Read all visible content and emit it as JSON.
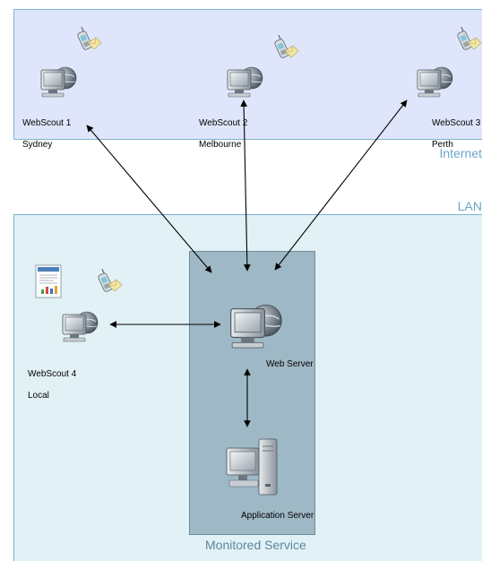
{
  "zones": {
    "internet": "Internet",
    "lan": "LAN",
    "monitored": "Monitored Service"
  },
  "nodes": {
    "scout1": {
      "line1": "WebScout 1",
      "line2": "Sydney"
    },
    "scout2": {
      "line1": "WebScout 2",
      "line2": "Melbourne"
    },
    "scout3": {
      "line1": "WebScout 3",
      "line2": "Perth"
    },
    "scout4": {
      "line1": "WebScout 4",
      "line2": "Local"
    },
    "web_server": "Web Server",
    "app_server": "Application Server"
  },
  "icons": {
    "computer": "computer-globe-icon",
    "phone": "mobile-phone-icon",
    "report": "report-document-icon",
    "server": "server-tower-icon"
  },
  "colors": {
    "internet_bg": "#dfe6fb",
    "lan_bg": "#e1f1f5",
    "monitored_bg": "#9fb8c6",
    "zone_label": "#6aa7c8"
  }
}
